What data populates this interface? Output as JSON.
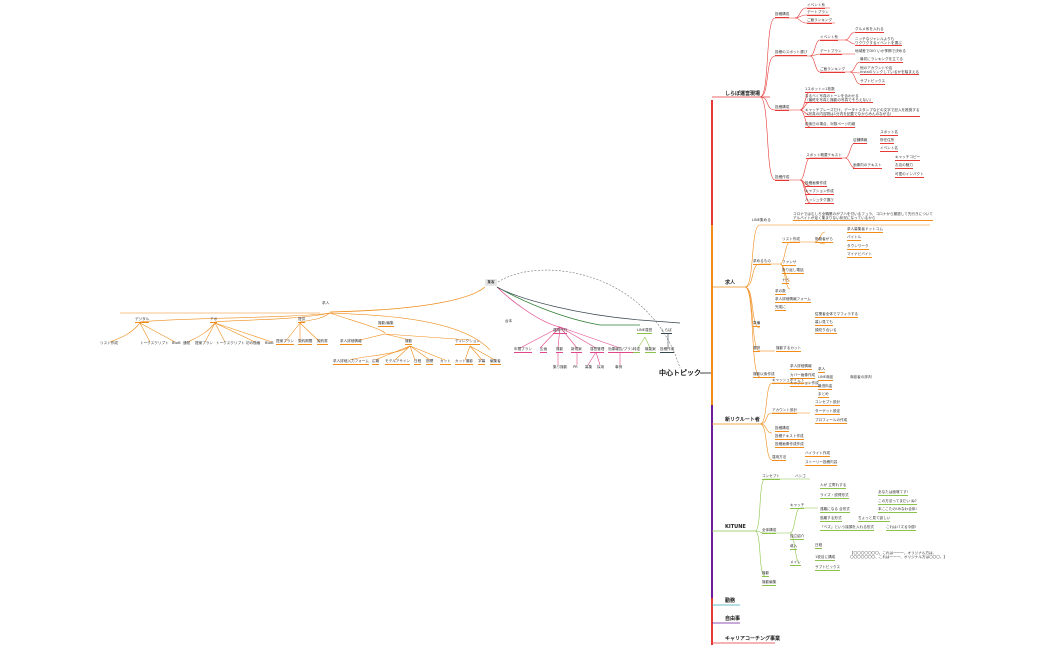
{
  "center_topic": "中心トピック",
  "top_box": "集客",
  "right": {
    "b1": {
      "label": "しらぽ運営現場",
      "c1": {
        "label": "投稿構成",
        "items": [
          "イベント系",
          "デートプラン",
          "ご飯ランキング"
        ]
      },
      "c2": {
        "label": "投稿のスポット選び",
        "event": "イベント系",
        "event_sub": [
          "グルメ系を入れる",
          "ニッチなジャンルよりも\nワクワクするイベントを選ぶ"
        ],
        "date": "デートプラン",
        "date_sub": "地域差でDIO いか季節で決める",
        "gohan": "ご飯ランキング",
        "gohan_sub": [
          "最初にランキングを立てる",
          "他のアカウントや店\nInstaのリンクしているかを踏まえる",
          "サブトピックス"
        ]
      },
      "c3": {
        "label": "投稿構成",
        "items": [
          "1スポット＝1枚数",
          "なるべく写真のトーンを合わせる\n（最終を写真と撮影の写真でそろえない）",
          "キャッチブレーズだけ、データ＋スタンプなどの文字で記入を推奨する\n（写真の内容物は1分内を記載でなからみんのながる）",
          "前後日の場合、対数ページ内継"
        ]
      },
      "c4": {
        "label": "投稿作成",
        "sub": "スポット概要テキスト",
        "a": "店舗情報",
        "a_items": [
          "スポット名",
          "所在住所",
          "イベント名"
        ],
        "b": "画像内のテキスト",
        "b_items": [
          "キャッチコピー",
          "お店の魅力",
          "可愛のインパクト"
        ],
        "items": [
          "投稿画像作成",
          "キャプション作成",
          "ハッシュタグ選び"
        ]
      }
    },
    "b2": {
      "label": "求人",
      "note_label": "LINE集める",
      "note": "コロナではむしろ全職業のがブハを付いるフュラ、コロナから撤退して先行きについて\nアルバイトが足く集まりない状況になっているから",
      "c1": {
        "label": "求めるもの",
        "list": "リスト作成",
        "list_sub": "勤務者がら",
        "list_items": [
          "求人募集者ドットコム",
          "バイトル",
          "タウンワーク",
          "マイナビバイト"
        ],
        "others": [
          "ファンサ",
          "折り返し電話",
          "ナビ"
        ]
      },
      "c2": {
        "label": "準備",
        "items": [
          "求の数",
          "求人詳細情報フォーム",
          "完成に"
        ]
      },
      "c3": {
        "label": "選択",
        "sub": "撮影するカット",
        "items": [
          "従業者全体でマフィラする",
          "暮い見ても",
          "顔切り合いる"
        ]
      },
      "c4": {
        "label": "撮影以後作成",
        "items": [
          "求人詳細情報",
          "カバー画像作成",
          "キャプション作成"
        ]
      }
    },
    "b3": {
      "label": "新リクルート者",
      "c1": {
        "label": "キャッシュポイント",
        "items": [
          "求人",
          "LINE商談",
          "最低料金",
          "まとめ"
        ],
        "extra": "商談者の評判"
      },
      "c2": {
        "label": "アカウント設計",
        "items": [
          "コンセプト設計",
          "ターゲット設定",
          "プロフィールの作成"
        ]
      },
      "c3": {
        "items": [
          "投稿構成",
          "投稿テキスト作成",
          "投稿画像作成作成"
        ]
      },
      "c4": {
        "label": "運用方法",
        "items": [
          "ハイライト作成",
          "ストーリー投稿内容"
        ]
      }
    },
    "b4": {
      "label": "KITUNE",
      "c1": {
        "label": "コンセプト",
        "sub": "ハシゴ"
      },
      "c2": {
        "label": "全体構成",
        "catch": "キャッチ",
        "catch_items": [
          "人が 立寄れする",
          "ライズ・説得形式",
          "遠離になる 合形式",
          "逃離する形式",
          "「ベズ」という接頭を入れる形式"
        ],
        "catch_ext": [
          "あなたは面喰てす!",
          "この方法ってまだい ぬ?",
          "本ここたの!みなわ合体!",
          "ちょっと見て欲しい",
          "これはバズる今優!"
        ],
        "items": [
          "独立紹介",
          "導入"
        ],
        "main": "メイン",
        "main_items": [
          "日程",
          "1枚目に構成",
          "サブトピックス"
        ],
        "main_ext": "【〇〇〇〇〇〇〇。これは一一一、オリジナル方は、\n〇〇〇〇〇〇〇、これは一一一、オリジナル方は〇〇〇。】"
      },
      "c3": {
        "items": [
          "撮影",
          "撮影編集"
        ]
      }
    },
    "b5": {
      "label": "勤務"
    },
    "b6": {
      "label": "自由事"
    },
    "b7": {
      "label": "キャリアコーチング事業"
    }
  },
  "left": {
    "g1": {
      "label": "求人",
      "sub1": {
        "label": "デジタル",
        "items": [
          "リスト作成",
          "トークスクリプト",
          "BtoB"
        ]
      },
      "sub2": {
        "label": "アポ",
        "items": [
          "通知",
          "提案プラン",
          "トークスクリプト",
          "初の価格",
          "BtoB"
        ]
      },
      "sub3": {
        "label": "提供",
        "items": [
          "提案プラン",
          "契約期間",
          "契約書"
        ]
      },
      "sub4": {
        "label": "撮影/編集",
        "items": [
          "求人詳細情報",
          "撮影",
          "ディレクション"
        ],
        "more": [
          "求人詳細入力フォーム",
          "広報",
          "モデルアサイン",
          "日程",
          "指標",
          "カット",
          "カット撮影",
          "字幕",
          "編集者"
        ]
      },
      "tail": "台本"
    },
    "g2": {
      "label": "運用代行",
      "items": [
        "年間プラン",
        "企画",
        "撮影",
        "新規案",
        "運営管理",
        "効果報告/プラン"
      ],
      "more": [
        "集り撮影",
        "PR",
        "募集",
        "採用",
        "事例"
      ]
    },
    "g3": {
      "label": "LINE運営",
      "items": [
        "特定",
        "機能案"
      ]
    },
    "g4": {
      "label": "しらぽ",
      "items": [
        "投稿作成"
      ]
    }
  },
  "colors": {
    "red": "#e53935",
    "orange": "#ef8c1a",
    "purple": "#6a1b9a",
    "pink": "#e0468a",
    "green": "#8bc34a",
    "dark": "#37474f"
  }
}
